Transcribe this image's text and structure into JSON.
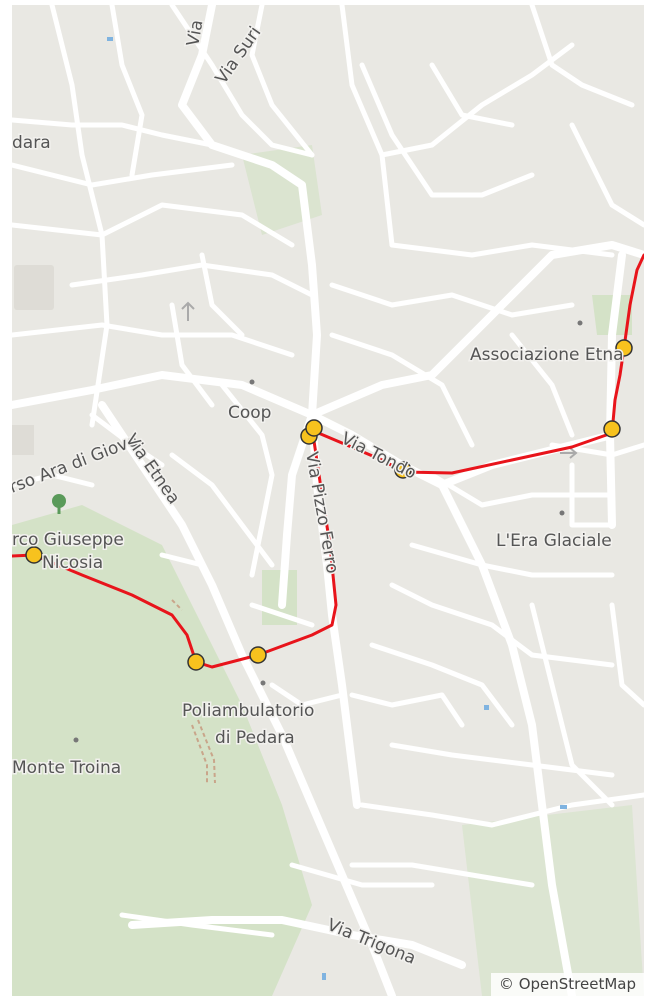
{
  "map": {
    "labels": {
      "pedara": "dara",
      "via_top": "Via",
      "via_suri": "Via Suri",
      "associazione": "Associazione Etna",
      "corso_ara": "rso Ara di Giove",
      "via_etnea": "Via Etnea",
      "coop": "Coop",
      "via_tondo": "Via Tondo",
      "via_pizzo_ferro": "Via Pizzo Ferro",
      "parco_line1": "rco Giuseppe",
      "parco_line2": "Nicosia",
      "era_glaciale": "L'Era Glaciale",
      "poliamb_line1": "Poliambulatorio",
      "poliamb_line2": "di Pedara",
      "monte_troina": "Monte Troina",
      "via_trigona": "Via Trigona"
    },
    "route_color": "#e8141b",
    "waypoint_color": "#f7c21e",
    "park_color": "#d3e3c6",
    "road_color": "#ffffff",
    "icons": [
      "tree-icon",
      "arrow-up-icon",
      "arrow-right-icon"
    ]
  },
  "attribution": "© OpenStreetMap"
}
